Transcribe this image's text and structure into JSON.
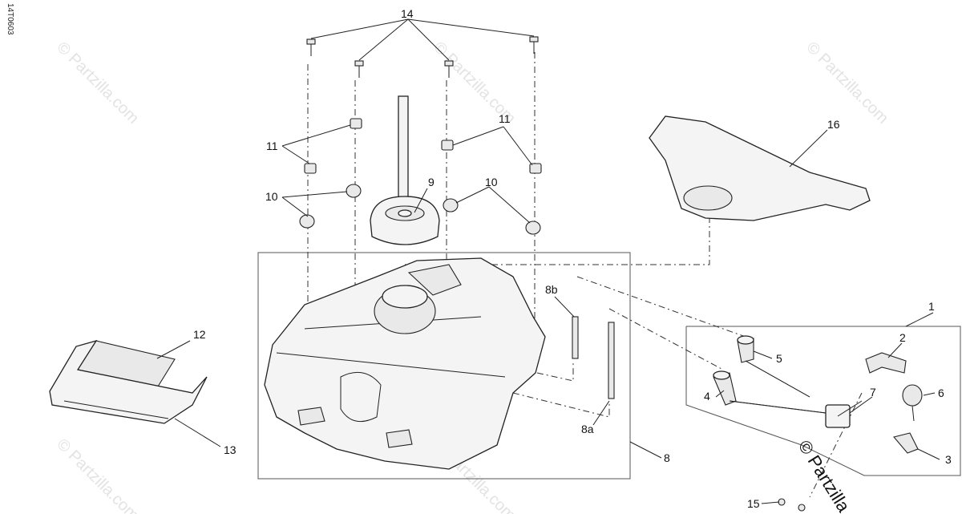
{
  "diagram": {
    "reference_code": "14T0603",
    "watermark": "© Partzilla.com",
    "copyright_mark": "© Partzilla",
    "callouts": [
      "1",
      "2",
      "3",
      "4",
      "5",
      "6",
      "7",
      "8",
      "8a",
      "8b",
      "9",
      "10",
      "11",
      "12",
      "13",
      "14",
      "15",
      "16"
    ]
  }
}
